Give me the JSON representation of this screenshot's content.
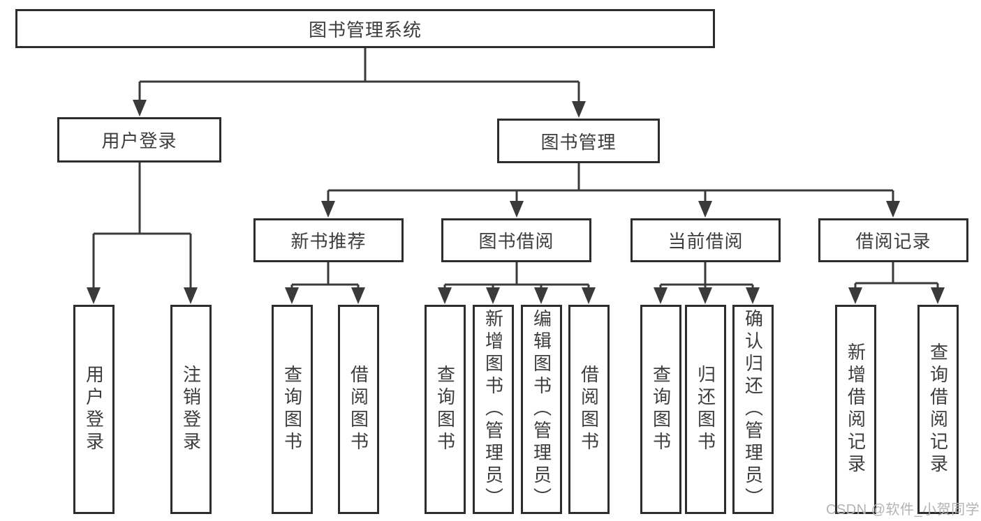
{
  "watermark": {
    "text": "CSDN @软件_小贺同学"
  },
  "colors": {
    "background": "#ffffff",
    "box_border": "#2d2d2d",
    "connector_line": "#3a3a3a",
    "node_text": "#3d3d3d",
    "watermark_text": "#b3b3b3"
  },
  "chart_type": "hierarchy-diagram",
  "tree": {
    "root": {
      "label": "图书管理系统"
    },
    "branches": [
      {
        "label": "用户登录",
        "leaves": [
          {
            "label": "用户登录"
          },
          {
            "label": "注销登录"
          }
        ]
      },
      {
        "label": "图书管理",
        "sections": [
          {
            "label": "新书推荐",
            "leaves": [
              {
                "label": "查询图书"
              },
              {
                "label": "借阅图书"
              }
            ]
          },
          {
            "label": "图书借阅",
            "leaves": [
              {
                "label": "查询图书"
              },
              {
                "label": "新增图书（管理员）"
              },
              {
                "label": "编辑图书（管理员）"
              },
              {
                "label": "借阅图书"
              }
            ]
          },
          {
            "label": "当前借阅",
            "leaves": [
              {
                "label": "查询图书"
              },
              {
                "label": "归还图书"
              },
              {
                "label": "确认归还（管理员）"
              }
            ]
          },
          {
            "label": "借阅记录",
            "leaves": [
              {
                "label": "新增借阅记录"
              },
              {
                "label": "查询借阅记录"
              }
            ]
          }
        ]
      }
    ]
  }
}
